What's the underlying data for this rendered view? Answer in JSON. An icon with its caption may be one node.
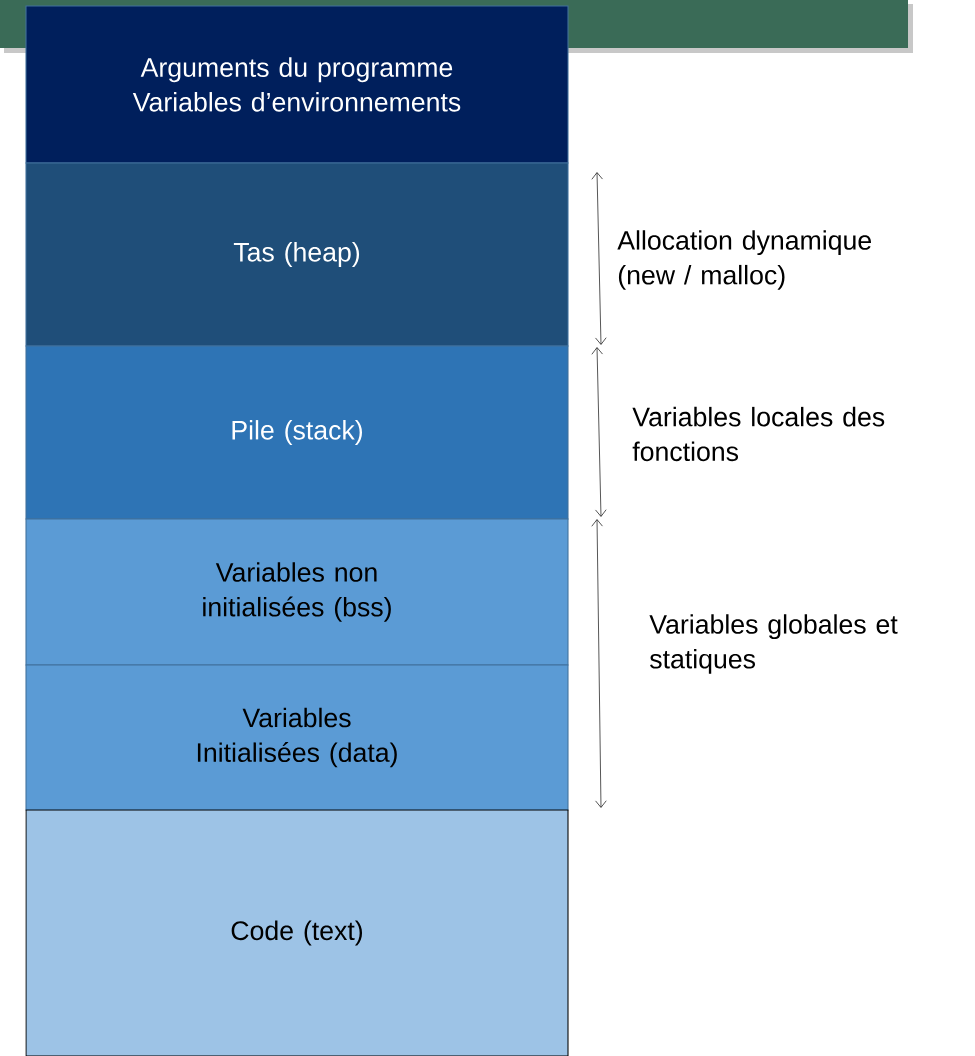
{
  "diagram": {
    "nodes": [
      {
        "text": [
          "Arguments du programme Variables d’environnements"
        ]
      },
      {
        "text": [
          "Tas (heap)"
        ]
      },
      {
        "text": [
          "Pile (stack)"
        ]
      },
      {
        "text": [
          "Variables non initialisées (bss)"
        ]
      },
      {
        "text": [
          "Variables Initialisées (data)"
        ]
      },
      {
        "text": [
          "Code (text)"
        ]
      }
    ],
    "labels": [
      "Allocation dynamique (new / malloc)",
      "Variables locales des fonctions",
      "Variables globales et statiques"
    ]
  }
}
